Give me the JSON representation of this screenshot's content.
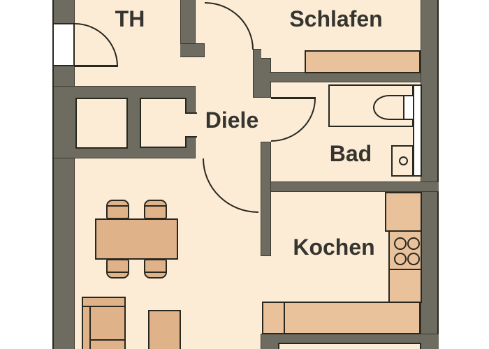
{
  "plan": {
    "type": "apartment-floor-plan",
    "rooms": [
      {
        "id": "th",
        "label": "TH"
      },
      {
        "id": "schlafen",
        "label": "Schlafen"
      },
      {
        "id": "diele",
        "label": "Diele"
      },
      {
        "id": "bad",
        "label": "Bad"
      },
      {
        "id": "kochen",
        "label": "Kochen"
      }
    ],
    "colors": {
      "background": "#ffffff",
      "floor": "#fcecd6",
      "wall": "#6e6c61",
      "outline": "#28281f",
      "furniture": "#dfb28a",
      "counter": "#e9c29c",
      "fixture_white": "#ffffff",
      "label_text": "#35342e"
    },
    "fixtures": [
      "entrance-door-swing",
      "bedroom-door-swing",
      "bathroom-door-swing",
      "living-door-swing",
      "window-opening",
      "bed",
      "wardrobe-closet",
      "storage-closet",
      "toilet",
      "washbasin",
      "shower-tray",
      "kitchen-counter",
      "stove-4-burners",
      "sink-counter",
      "dining-table",
      "chair",
      "chair",
      "chair",
      "chair",
      "sofa",
      "side-table",
      "balcony-edge"
    ]
  }
}
